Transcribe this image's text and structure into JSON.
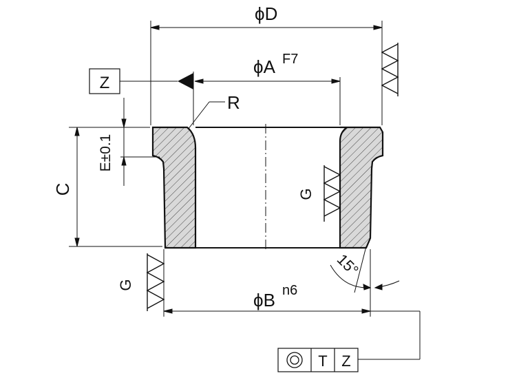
{
  "dimensions": {
    "D": {
      "symbol": "ϕ",
      "letter": "D"
    },
    "A": {
      "symbol": "ϕ",
      "letter": "A",
      "tolerance": "F7"
    },
    "B": {
      "symbol": "ϕ",
      "letter": "B",
      "tolerance": "n6"
    },
    "C": {
      "letter": "C"
    },
    "E": {
      "text": "E±0.1"
    },
    "R": {
      "letter": "R"
    },
    "angle": {
      "text": "15°"
    }
  },
  "datum": {
    "label": "Z"
  },
  "surface_finish": {
    "grinding_letter": "G"
  },
  "feature_control_frame": {
    "symbol_name": "concentricity-icon",
    "cells": [
      "T",
      "Z"
    ]
  },
  "colors": {
    "line": "#111111",
    "fill": "#d9d9d9",
    "hatch": "#333333"
  }
}
